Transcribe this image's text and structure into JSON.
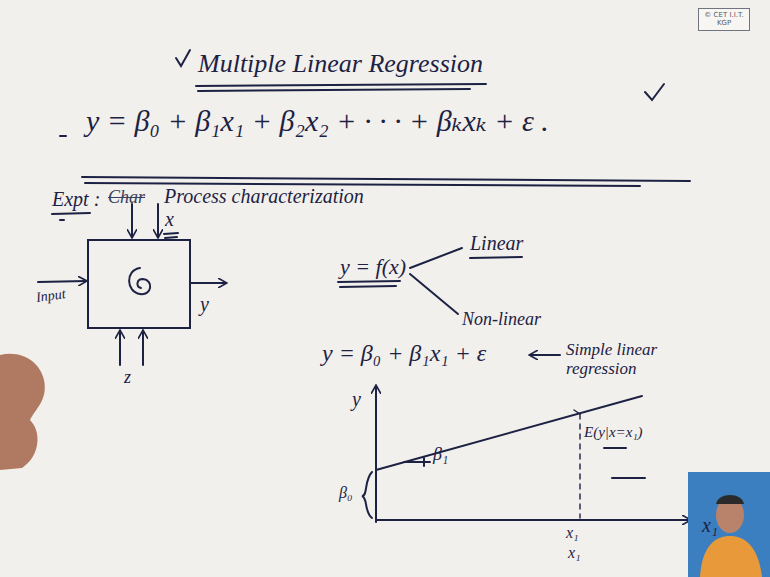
{
  "diagram": {
    "title": "Multiple Linear Regression",
    "nodes": [
      {
        "text": [
          "© CET I.I.T. KGP"
        ]
      }
    ],
    "labels": [
      "y = β₀ + β₁x₁ + β₂x₂ + · · · + βₖxₖ + ε .",
      "Expt :",
      "Char",
      "Process characterization",
      "x",
      "Input",
      "y",
      "z",
      "y = f(x)",
      "Linear",
      "Non-linear",
      "y = β₀ + β₁x₁ + ε",
      "Simple linear regression",
      "y",
      "x₁",
      "β₁",
      "β₀",
      "E(y|x=x₁)",
      "x₁",
      "x₁"
    ]
  }
}
